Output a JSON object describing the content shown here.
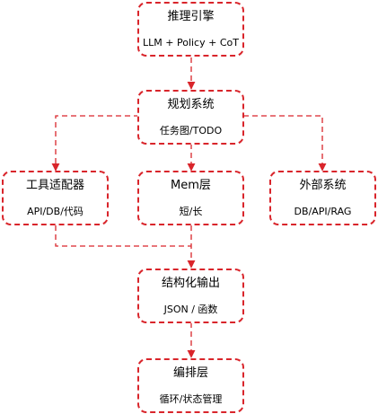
{
  "nodes": {
    "inference": {
      "title": "推理引擎",
      "subtitle": "LLM + Policy + CoT"
    },
    "planning": {
      "title": "规划系统",
      "subtitle": "任务图/TODO"
    },
    "tools": {
      "title": "工具适配器",
      "subtitle": "API/DB/代码"
    },
    "memory": {
      "title": "Mem层",
      "subtitle": "短/长"
    },
    "external": {
      "title": "外部系统",
      "subtitle": "DB/API/RAG"
    },
    "output": {
      "title": "结构化输出",
      "subtitle": "JSON / 函数"
    },
    "orchestration": {
      "title": "编排层",
      "subtitle": "循环/状态管理"
    }
  },
  "colors": {
    "stroke": "#d9252b",
    "background": "#ffffff",
    "text": "#000000"
  }
}
